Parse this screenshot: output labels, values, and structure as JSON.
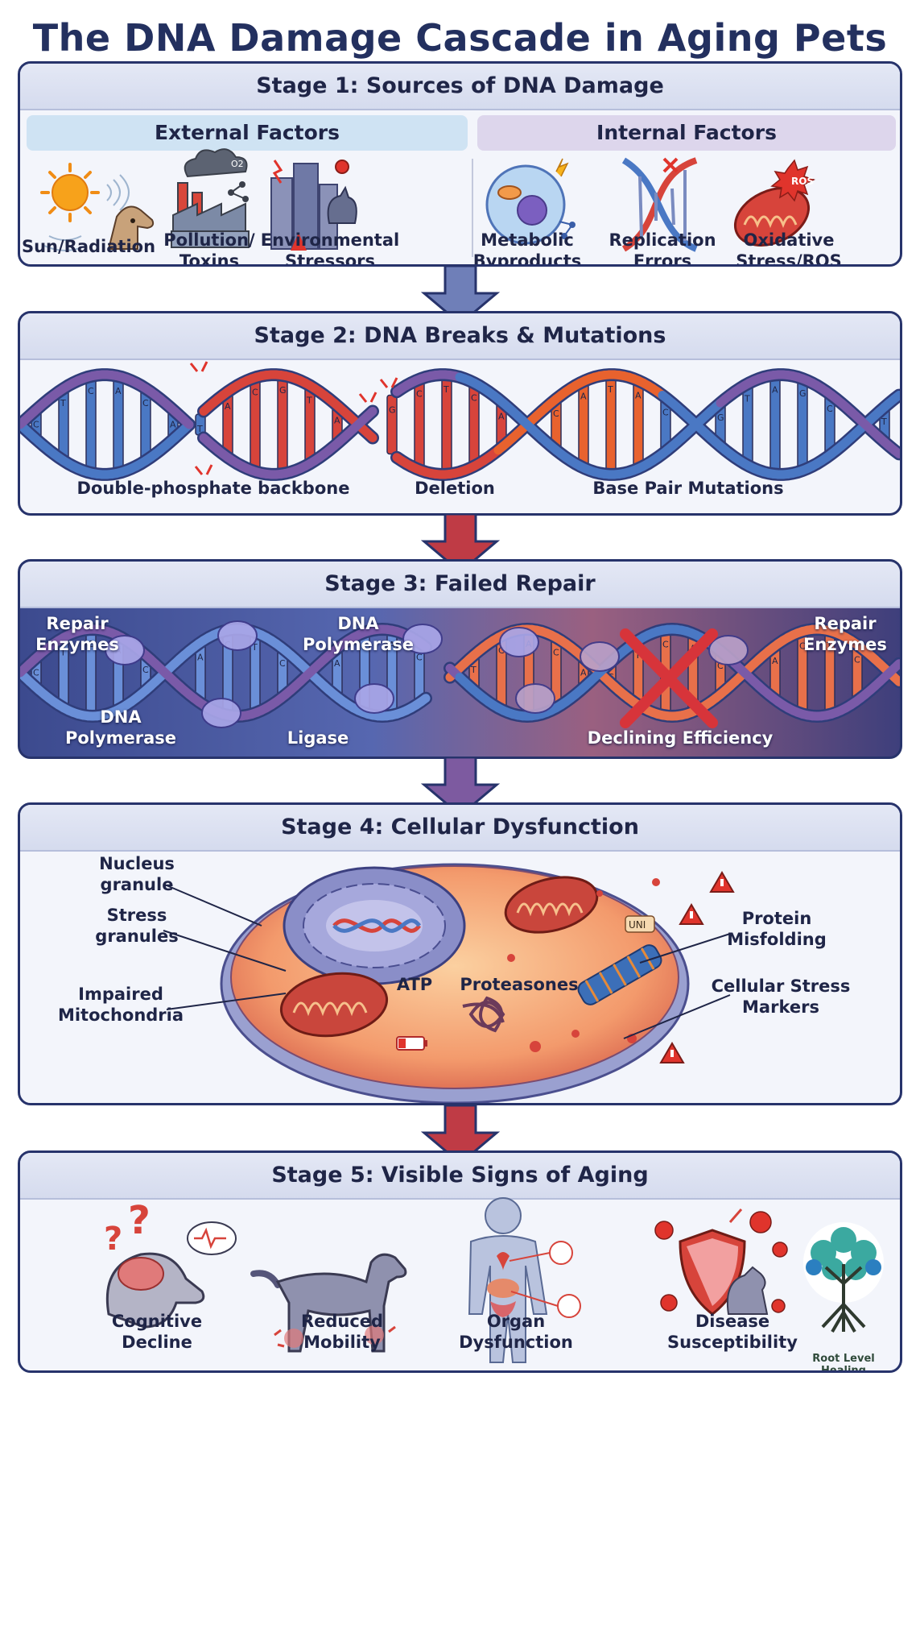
{
  "title": "The DNA Damage Cascade in Aging Pets",
  "stage1": {
    "heading": "Stage 1: Sources of DNA Damage",
    "external_heading": "External Factors",
    "internal_heading": "Internal Factors",
    "items": [
      {
        "line1": "Sun/Radiation",
        "line2": ""
      },
      {
        "line1": "Pollution/",
        "line2": "Toxins"
      },
      {
        "line1": "Environmental",
        "line2": "Stressors"
      },
      {
        "line1": "Metabolic",
        "line2": "Byproducts"
      },
      {
        "line1": "Replication",
        "line2": "Errors"
      },
      {
        "line1": "Oxidative",
        "line2": "Stress/ROS"
      }
    ],
    "ros_badge": "ROS",
    "o2_label": "O2"
  },
  "stage2": {
    "heading": "Stage 2: DNA Breaks & Mutations",
    "labels": [
      "Double-phosphate backbone",
      "Deletion",
      "Base Pair Mutations"
    ],
    "bases": [
      "C",
      "T",
      "C",
      "A",
      "C",
      "A",
      "T",
      "A",
      "C",
      "G",
      "T",
      "A",
      "G"
    ]
  },
  "stage3": {
    "heading": "Stage 3: Failed Repair",
    "repair_enzymes_left": [
      "Repair",
      "Enzymes"
    ],
    "dna_polymerase_top": [
      "DNA",
      "Polymerase"
    ],
    "repair_enzymes_right": [
      "Repair",
      "Enzymes"
    ],
    "dna_polymerase_bottom": [
      "DNA",
      "Polymerase"
    ],
    "ligase": "Ligase",
    "declining": "Declining Efficiency"
  },
  "stage4": {
    "heading": "Stage 4: Cellular Dysfunction",
    "nucleus": [
      "Nucleus",
      "granule"
    ],
    "stress": [
      "Stress",
      "granules"
    ],
    "mito": [
      "Impaired",
      "Mitochondria"
    ],
    "atp": "ATP",
    "proteasomes": "Proteasones",
    "protein": [
      "Protein",
      "Misfolding"
    ],
    "markers": [
      "Cellular Stress",
      "Markers"
    ],
    "uni": "UNI"
  },
  "stage5": {
    "heading": "Stage 5: Visible Signs of Aging",
    "items": [
      {
        "line1": "Cognitive",
        "line2": "Decline"
      },
      {
        "line1": "Reduced",
        "line2": "Mobility"
      },
      {
        "line1": "Organ",
        "line2": "Dysfunction"
      },
      {
        "line1": "Disease",
        "line2": "Susceptibility"
      }
    ]
  },
  "logo_text": "Root Level Healing",
  "colors": {
    "navy": "#23305f",
    "blue_strand": "#4a78c4",
    "red_strand": "#d7443b",
    "purple_strand": "#7a5aa8",
    "arrow": "#bf3b45"
  }
}
